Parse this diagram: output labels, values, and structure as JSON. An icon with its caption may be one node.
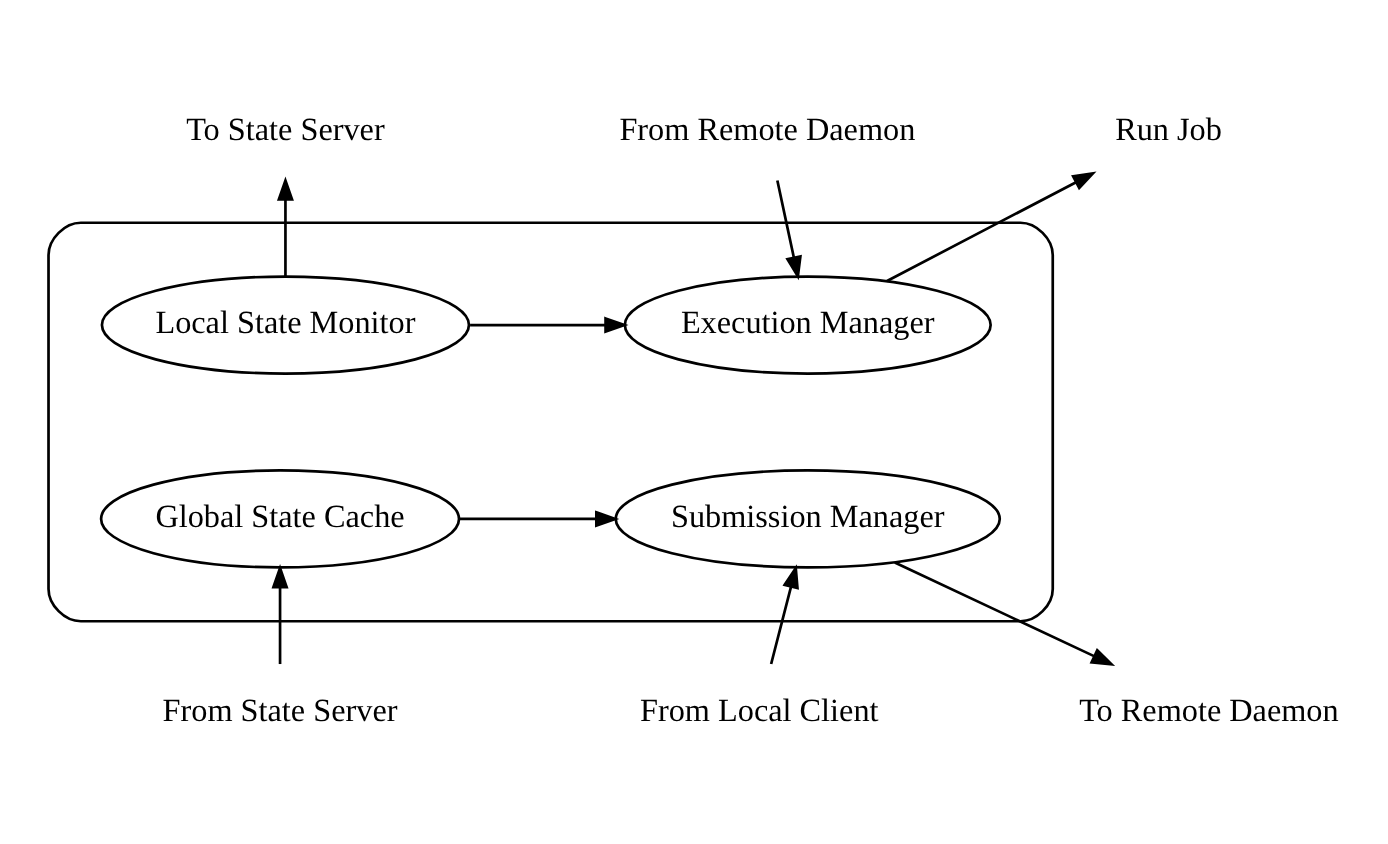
{
  "diagram": {
    "nodes": [
      {
        "text": [],
        "shape": "box"
      },
      {
        "text": [
          "To State Server"
        ]
      },
      {
        "text": [
          "From Remote Daemon"
        ]
      },
      {
        "text": [
          "Run Job"
        ]
      },
      {
        "text": [
          "Local State Monitor"
        ],
        "in": 0
      },
      {
        "text": [
          "Execution Manager"
        ],
        "in": 0
      },
      {
        "text": [
          "Global State Cache"
        ],
        "in": 0
      },
      {
        "text": [
          "Submission Manager"
        ],
        "in": 0
      },
      {
        "text": [
          "From State Server"
        ]
      },
      {
        "text": [
          "From Local Client"
        ]
      },
      {
        "text": [
          "To Remote Daemon"
        ]
      }
    ],
    "edges": [
      {
        "from": 4,
        "to": 1,
        "arrow": "to"
      },
      {
        "from": 2,
        "to": 5,
        "arrow": "to"
      },
      {
        "from": 5,
        "to": 3,
        "arrow": "to"
      },
      {
        "from": 4,
        "to": 5,
        "arrow": "to"
      },
      {
        "from": 6,
        "to": 7,
        "arrow": "to"
      },
      {
        "from": 8,
        "to": 6,
        "arrow": "to"
      },
      {
        "from": 9,
        "to": 7,
        "arrow": "to"
      },
      {
        "from": 7,
        "to": 10,
        "arrow": "to"
      }
    ]
  }
}
